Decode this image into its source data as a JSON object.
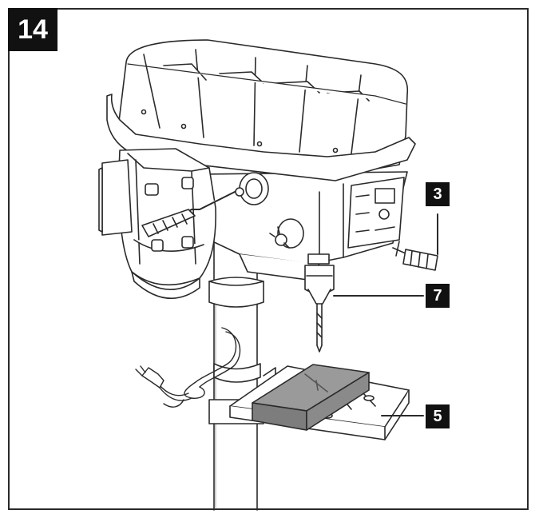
{
  "figure": {
    "number": "14"
  },
  "callouts": [
    {
      "id": "callout-3",
      "label": "3"
    },
    {
      "id": "callout-7",
      "label": "7"
    },
    {
      "id": "callout-5",
      "label": "5"
    }
  ],
  "colors": {
    "line": "#2a2a2a",
    "badge": "#111111",
    "workpiece": "#9a9a9a",
    "paper": "#ffffff"
  }
}
